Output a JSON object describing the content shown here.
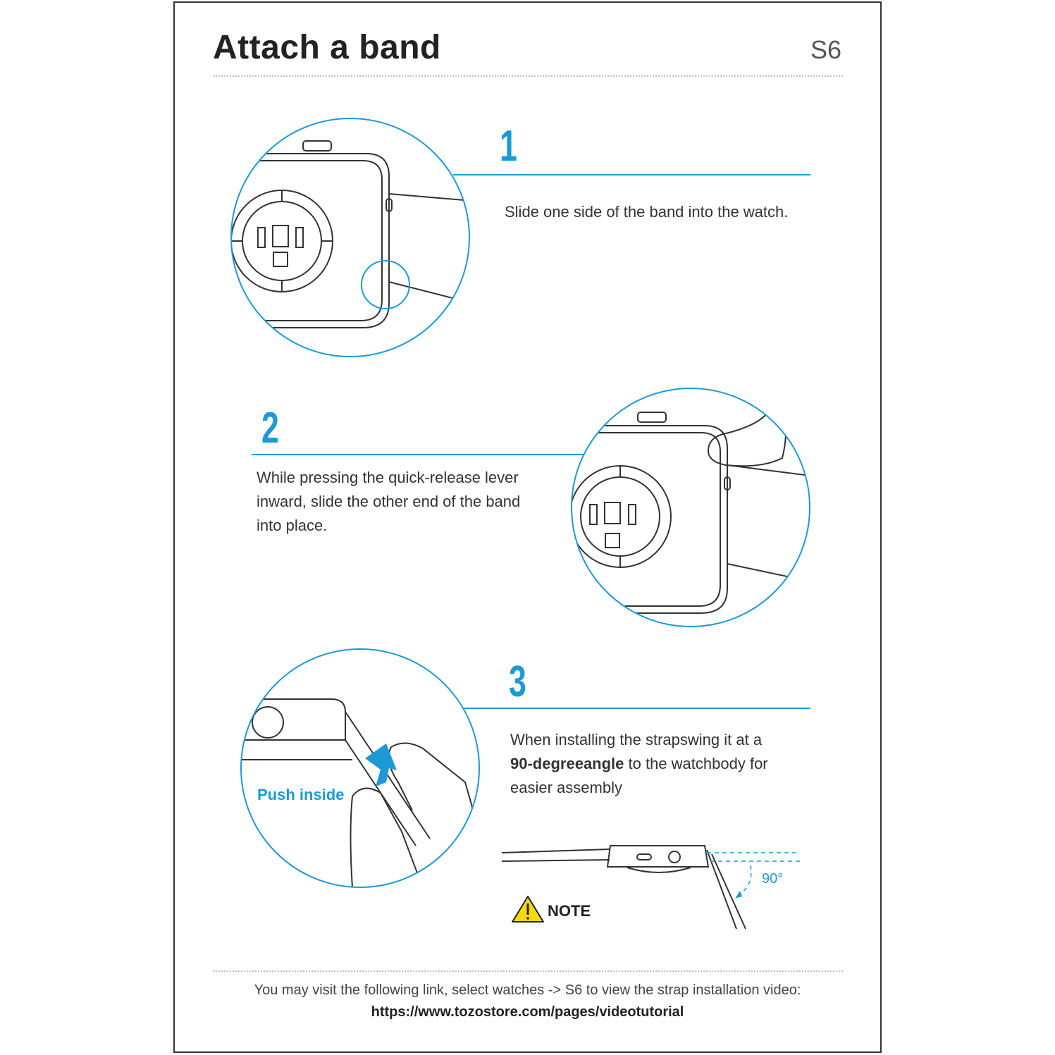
{
  "header": {
    "title": "Attach a band",
    "model": "S6"
  },
  "steps": [
    {
      "number": "1",
      "text": "Slide one side of the band into the watch."
    },
    {
      "number": "2",
      "lines": [
        "While pressing the quick-release lever",
        "inward, slide the other end of the band",
        "into place."
      ]
    },
    {
      "number": "3",
      "line1": "When installing the strapswing it at a",
      "bold": "90-degreeangle",
      "line2_rest": " to the watchbody for",
      "line3": "easier assembly"
    }
  ],
  "labels": {
    "push_inside": "Push inside",
    "note": "NOTE",
    "degree": "90°"
  },
  "footer": {
    "text": "You may visit the following link, select watches -> S6 to view the strap installation video:",
    "link": "https://www.tozostore.com/pages/videotutorial"
  },
  "colors": {
    "accent": "#1c9ad6",
    "warning": "#f5d90a"
  }
}
